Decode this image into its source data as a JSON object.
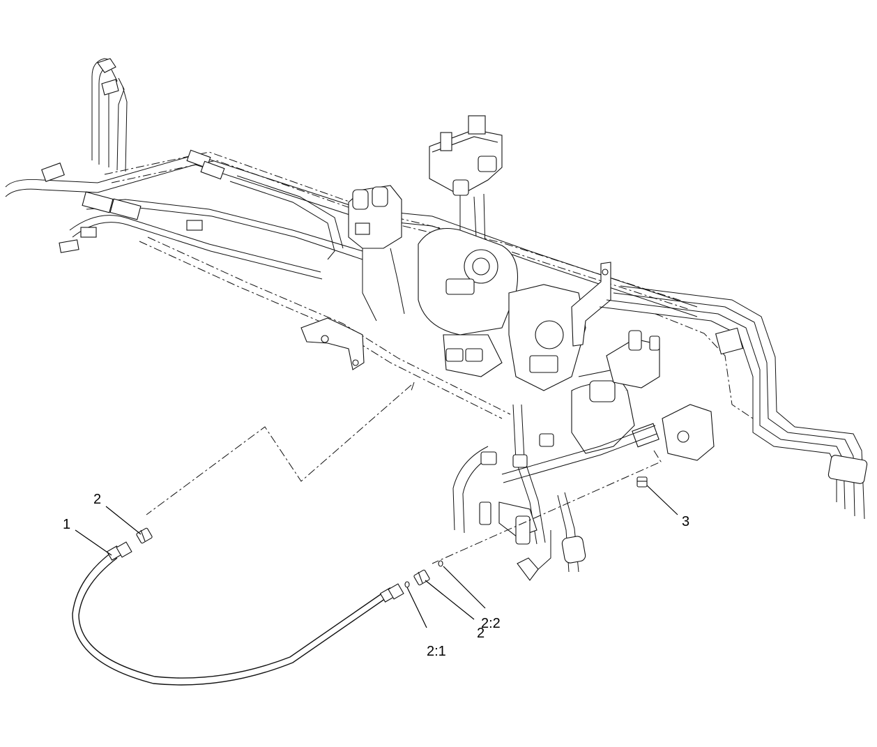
{
  "callouts": {
    "c1": "1",
    "c2_top": "2",
    "c2_bottom": "2",
    "c2_1": "2:1",
    "c2_2": "2:2",
    "c3": "3"
  },
  "colors": {
    "line": "#111111",
    "background": "#ffffff"
  }
}
